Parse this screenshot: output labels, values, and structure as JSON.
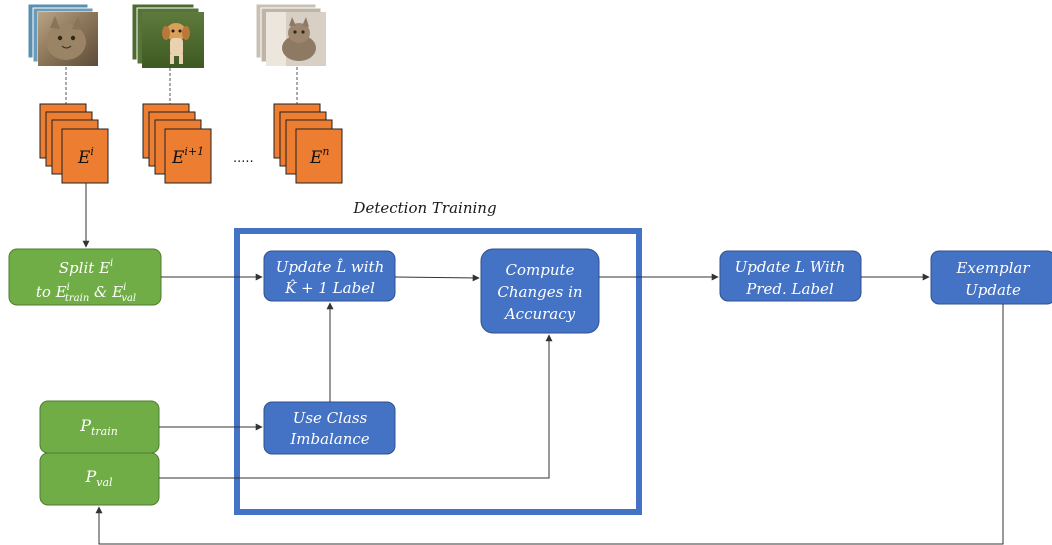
{
  "title": "Detection Training",
  "ellipsis": ".....",
  "colors": {
    "orange": "#ed7d31",
    "green": "#70ad47",
    "blue": "#4472c4",
    "frame": "#4472c4",
    "line": "#444444"
  },
  "images": {
    "first": "cat-photo-stack",
    "second": "dog-photo-stack",
    "third": "cat-photo-stack"
  },
  "stacks": {
    "first": {
      "base": "E",
      "sup": "i"
    },
    "second": {
      "base": "E",
      "sup": "i+1"
    },
    "third": {
      "base": "E",
      "sup": "n"
    }
  },
  "split_box": {
    "line1_pre": "Split ",
    "line1_base": "E",
    "line1_sup": "i",
    "line2_pre": "to ",
    "line2_base": "E",
    "line2_sub": "train",
    "line2_sup": "i",
    "line2_amp": " & ",
    "line2_base2": "E",
    "line2_sub2": "val",
    "line2_sup2": "i"
  },
  "p_train": {
    "base": "P",
    "sub": "train"
  },
  "p_val": {
    "base": "P",
    "sub": "val"
  },
  "update_lhat": {
    "line1": "Update L̂ with",
    "line2": "K̂ + 1 Label"
  },
  "compute_box": {
    "line1": "Compute",
    "line2": "Changes in",
    "line3": "Accuracy"
  },
  "class_box": {
    "line1": "Use Class",
    "line2": "Imbalance"
  },
  "update_l": {
    "line1": "Update L With",
    "line2": "Pred. Label"
  },
  "exemplar": {
    "line1": "Exemplar",
    "line2": "Update"
  }
}
